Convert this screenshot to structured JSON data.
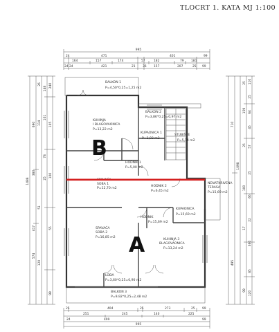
{
  "title": "TLOCRT 1. KATA MJ 1:100",
  "rooms": [
    {
      "id": "balkon1",
      "name": "BALKON 1",
      "area": "P=4,50*0,25=1,25 m2"
    },
    {
      "id": "kuhinja",
      "name": "KUHINJA I BLAGOVAONICA",
      "name_l1": "KUHINJA",
      "name_l2": "I BLAGOVAONICA",
      "area": "P=13,22 m2"
    },
    {
      "id": "balkon2",
      "name": "BALKON 2",
      "area": "P=3,86*0,25=0,97 m2"
    },
    {
      "id": "kupaonica1",
      "name": "KUPAONICA 1",
      "area": "P=2,93 m2"
    },
    {
      "id": "stubiste",
      "name": "STUBIŠTE",
      "area": "P=5,74 m2"
    },
    {
      "id": "hodnik1",
      "name": "HODNIK 1",
      "area": "P=5,00 m2"
    },
    {
      "id": "spavaca1",
      "name_l1": "SPAVAĆA",
      "name_l2": "SOBA 1",
      "area": "P=12,70 m2"
    },
    {
      "id": "hodnik2",
      "name": "HODNIK 2",
      "area": "P=6,45 m2"
    },
    {
      "id": "terasa",
      "name_l1": "NENATKRIVENA",
      "name_l2": "TERASA",
      "area": "P=15,69 m2"
    },
    {
      "id": "kupaonica2",
      "name": "KUPAONICA",
      "area": "P=15,69 m2"
    },
    {
      "id": "hodnik3",
      "name": "HODNIK",
      "area": "P=15,69 m2"
    },
    {
      "id": "spavaca2",
      "name_l1": "SPAVAĆA",
      "name_l2": "SOBA 2",
      "area": "P=16,85 m2"
    },
    {
      "id": "kuhinja3",
      "name_l1": "KUHINJA 3",
      "name_l2": "BLAGOVAONICA",
      "area": "P=13,24 m2"
    },
    {
      "id": "lodja",
      "name": "LOĐA",
      "area": "P=3,60*0,25=0,90 m2"
    },
    {
      "id": "balkon3",
      "name": "BALKON 3",
      "area": "P=9,92*0,25=2,48 m2"
    }
  ],
  "markers": {
    "b": "B",
    "a": "A"
  },
  "divider": {
    "color": "#d42020"
  },
  "dimensions": {
    "top_total": "995",
    "top_row1": [
      "24",
      "471",
      "401",
      "99"
    ],
    "top_row2": [
      "164",
      "157",
      "174",
      "57",
      "182",
      "79",
      "181"
    ],
    "top_row3": [
      "24",
      "24",
      "421",
      "21",
      "36",
      "157",
      "207",
      "25",
      "99"
    ],
    "bottom_total": "995",
    "bottom_row1": [
      "25",
      "404",
      "25",
      "273",
      "25",
      "99"
    ],
    "bottom_row2": [
      "251",
      "245",
      "140",
      "225"
    ],
    "bottom_row3": [
      "24",
      "499",
      "99"
    ],
    "left_total": "1488",
    "left_outer": [
      "690",
      "380",
      "417",
      "574"
    ],
    "left_mid": [
      "26",
      "114",
      "51",
      "120"
    ],
    "left_inner": [
      "148",
      "101",
      "78",
      "25",
      "240",
      "105",
      "100",
      "55",
      "99"
    ],
    "right_total": "1098",
    "right_outer": [
      "710",
      "495"
    ],
    "right_mid": [
      "25",
      "159",
      "25",
      "100",
      "17",
      "99"
    ],
    "right_inner": [
      "110",
      "25",
      "64",
      "45",
      "57",
      "25",
      "66",
      "22",
      "360",
      "85",
      "120"
    ]
  }
}
